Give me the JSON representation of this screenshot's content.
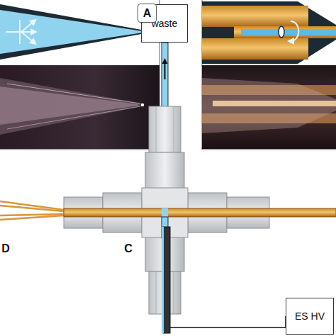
{
  "diagram": {
    "nodes": [
      {
        "text": [
          "waste"
        ]
      },
      {
        "text": [
          "ES HV"
        ]
      }
    ],
    "labels": [
      "A",
      "C",
      "D"
    ]
  }
}
